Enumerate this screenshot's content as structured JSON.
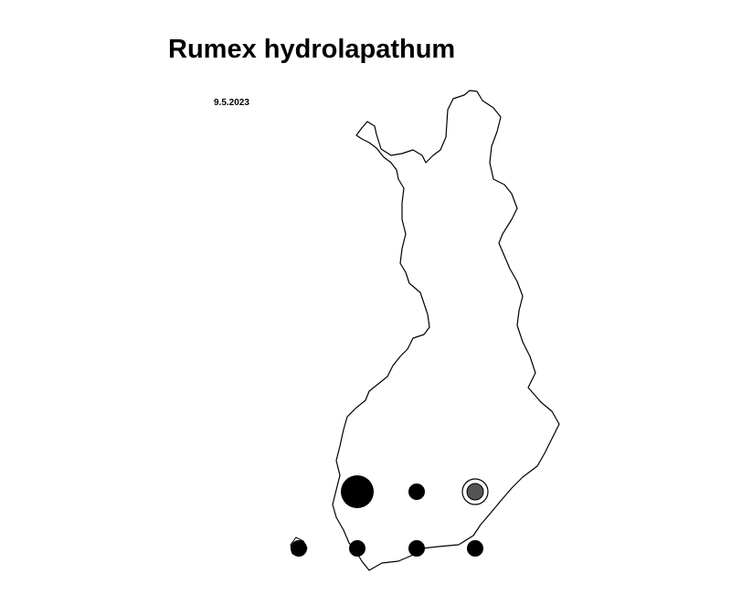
{
  "title": "Rumex hydrolapathum",
  "date": "9.5.2023",
  "colors": {
    "outline": "#000000",
    "dot": "#000000",
    "dot_grey": "#555555",
    "background": "#ffffff"
  },
  "observations": [
    {
      "id": "obs-1",
      "size": "large",
      "style": "solid"
    },
    {
      "id": "obs-2",
      "size": "medium",
      "style": "solid"
    },
    {
      "id": "obs-3",
      "size": "medium",
      "style": "ringed-grey"
    },
    {
      "id": "obs-4",
      "size": "medium",
      "style": "solid"
    },
    {
      "id": "obs-5",
      "size": "medium",
      "style": "solid"
    },
    {
      "id": "obs-6",
      "size": "medium",
      "style": "solid"
    },
    {
      "id": "obs-7",
      "size": "medium",
      "style": "solid"
    }
  ]
}
